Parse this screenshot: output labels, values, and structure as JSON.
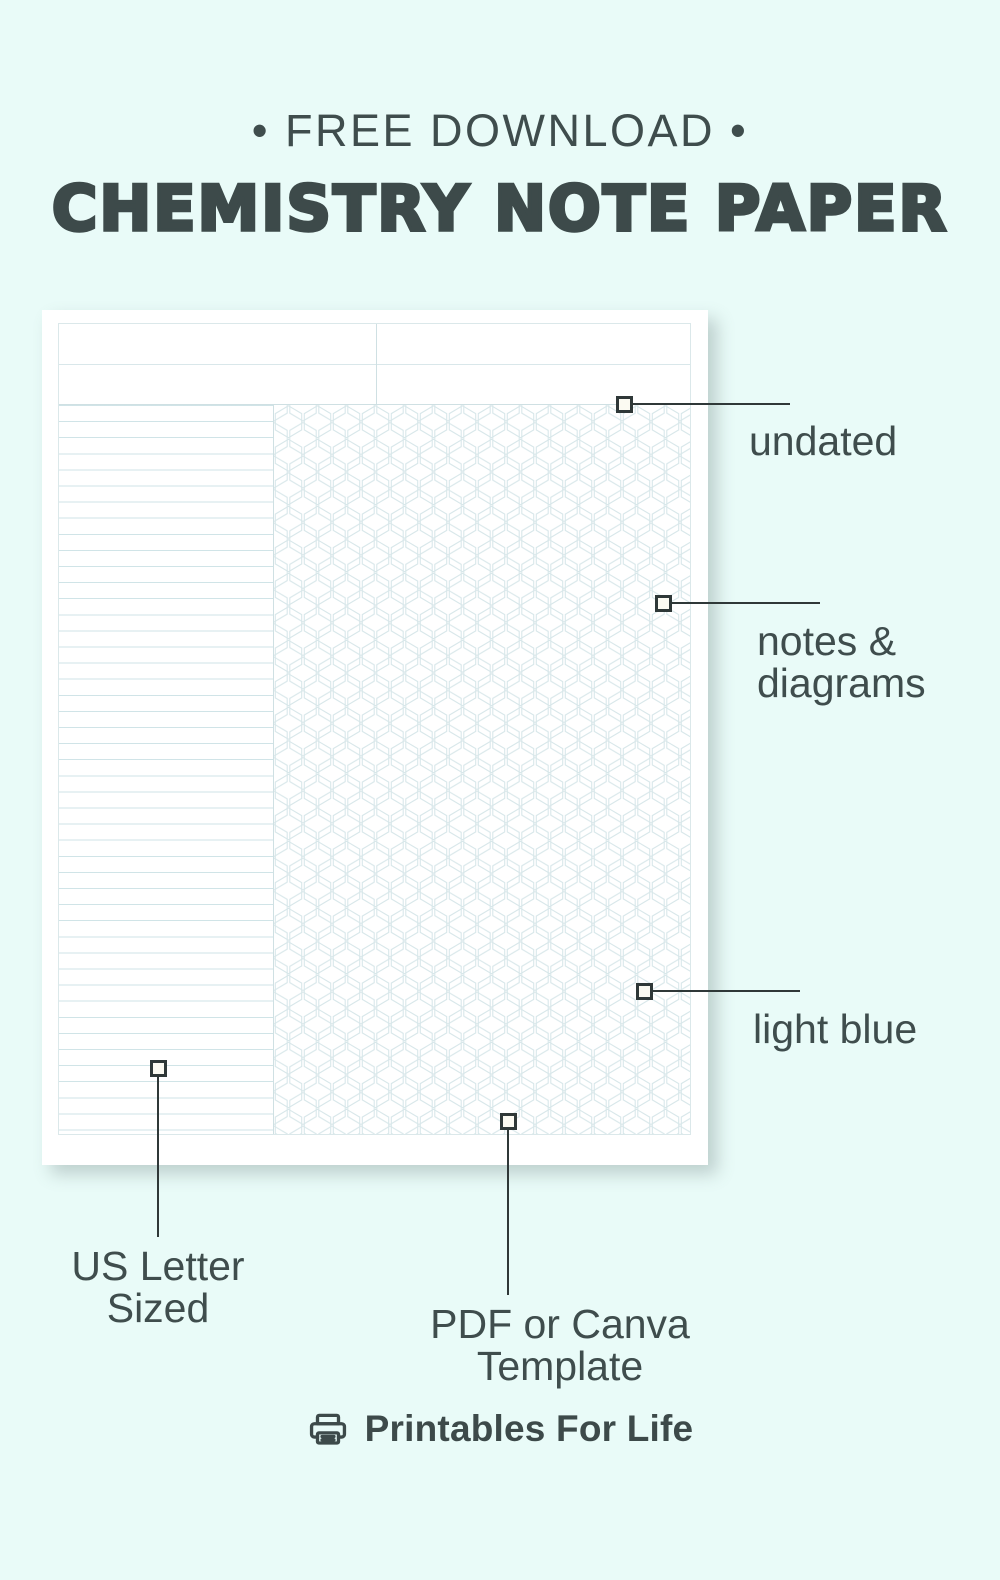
{
  "header": {
    "eyebrow": "• FREE DOWNLOAD •",
    "title": "CHEMISTRY NOTE PAPER"
  },
  "preview": {
    "type": "printable-note-paper-preview",
    "sheet": {
      "header_block": {
        "rows": 2,
        "columns": 2
      },
      "body": {
        "left_section": "ruled-lines",
        "right_section": "hexagon-grid"
      }
    }
  },
  "callouts": [
    {
      "id": "undated",
      "label": "undated",
      "side": "right"
    },
    {
      "id": "notes",
      "label": "notes &\ndiagrams",
      "side": "right"
    },
    {
      "id": "color",
      "label": "light blue",
      "side": "right"
    },
    {
      "id": "size",
      "label": "US Letter\nSized",
      "side": "bottom"
    },
    {
      "id": "format",
      "label": "PDF or Canva\nTemplate",
      "side": "bottom"
    }
  ],
  "footer": {
    "brand_name": "Printables For Life",
    "icon": "printer-icon"
  },
  "colors": {
    "background": "#e9fbf8",
    "text_dark": "#3d4a4a",
    "paper": "#ffffff",
    "rule_line": "#cde2e6",
    "marker_border": "#2f3838",
    "marker_fill": "#fbfaf2"
  }
}
